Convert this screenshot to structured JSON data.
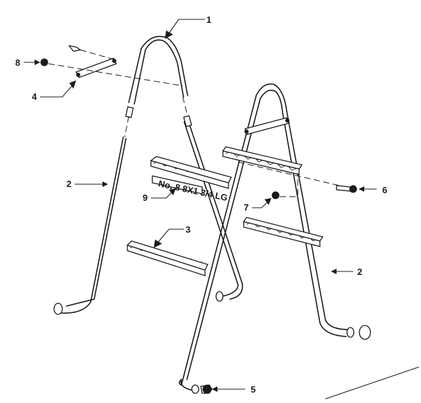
{
  "callouts": {
    "c1": "1",
    "c2a": "2",
    "c2b": "2",
    "c3": "3",
    "c4": "4",
    "c5": "5",
    "c6": "6",
    "c7": "7",
    "c8": "8",
    "c9": "9"
  },
  "label_9_text": "No. 8 8X1 3/4 LG",
  "icons": [
    "ladder-frame",
    "step-tread",
    "bolt-icon",
    "nut-icon",
    "foot-cap-icon"
  ]
}
